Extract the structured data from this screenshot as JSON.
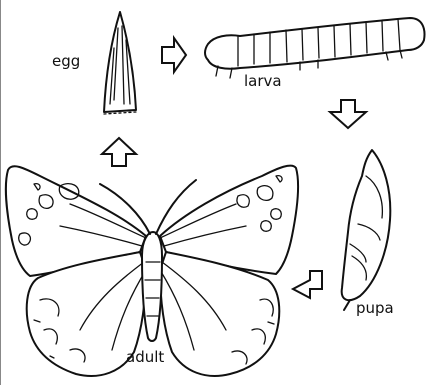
{
  "stages": [
    {
      "id": "egg",
      "label": "egg"
    },
    {
      "id": "larva",
      "label": "larva"
    },
    {
      "id": "pupa",
      "label": "pupa"
    },
    {
      "id": "adult",
      "label": "adult"
    }
  ],
  "cycle_order": [
    "egg",
    "larva",
    "pupa",
    "adult"
  ]
}
